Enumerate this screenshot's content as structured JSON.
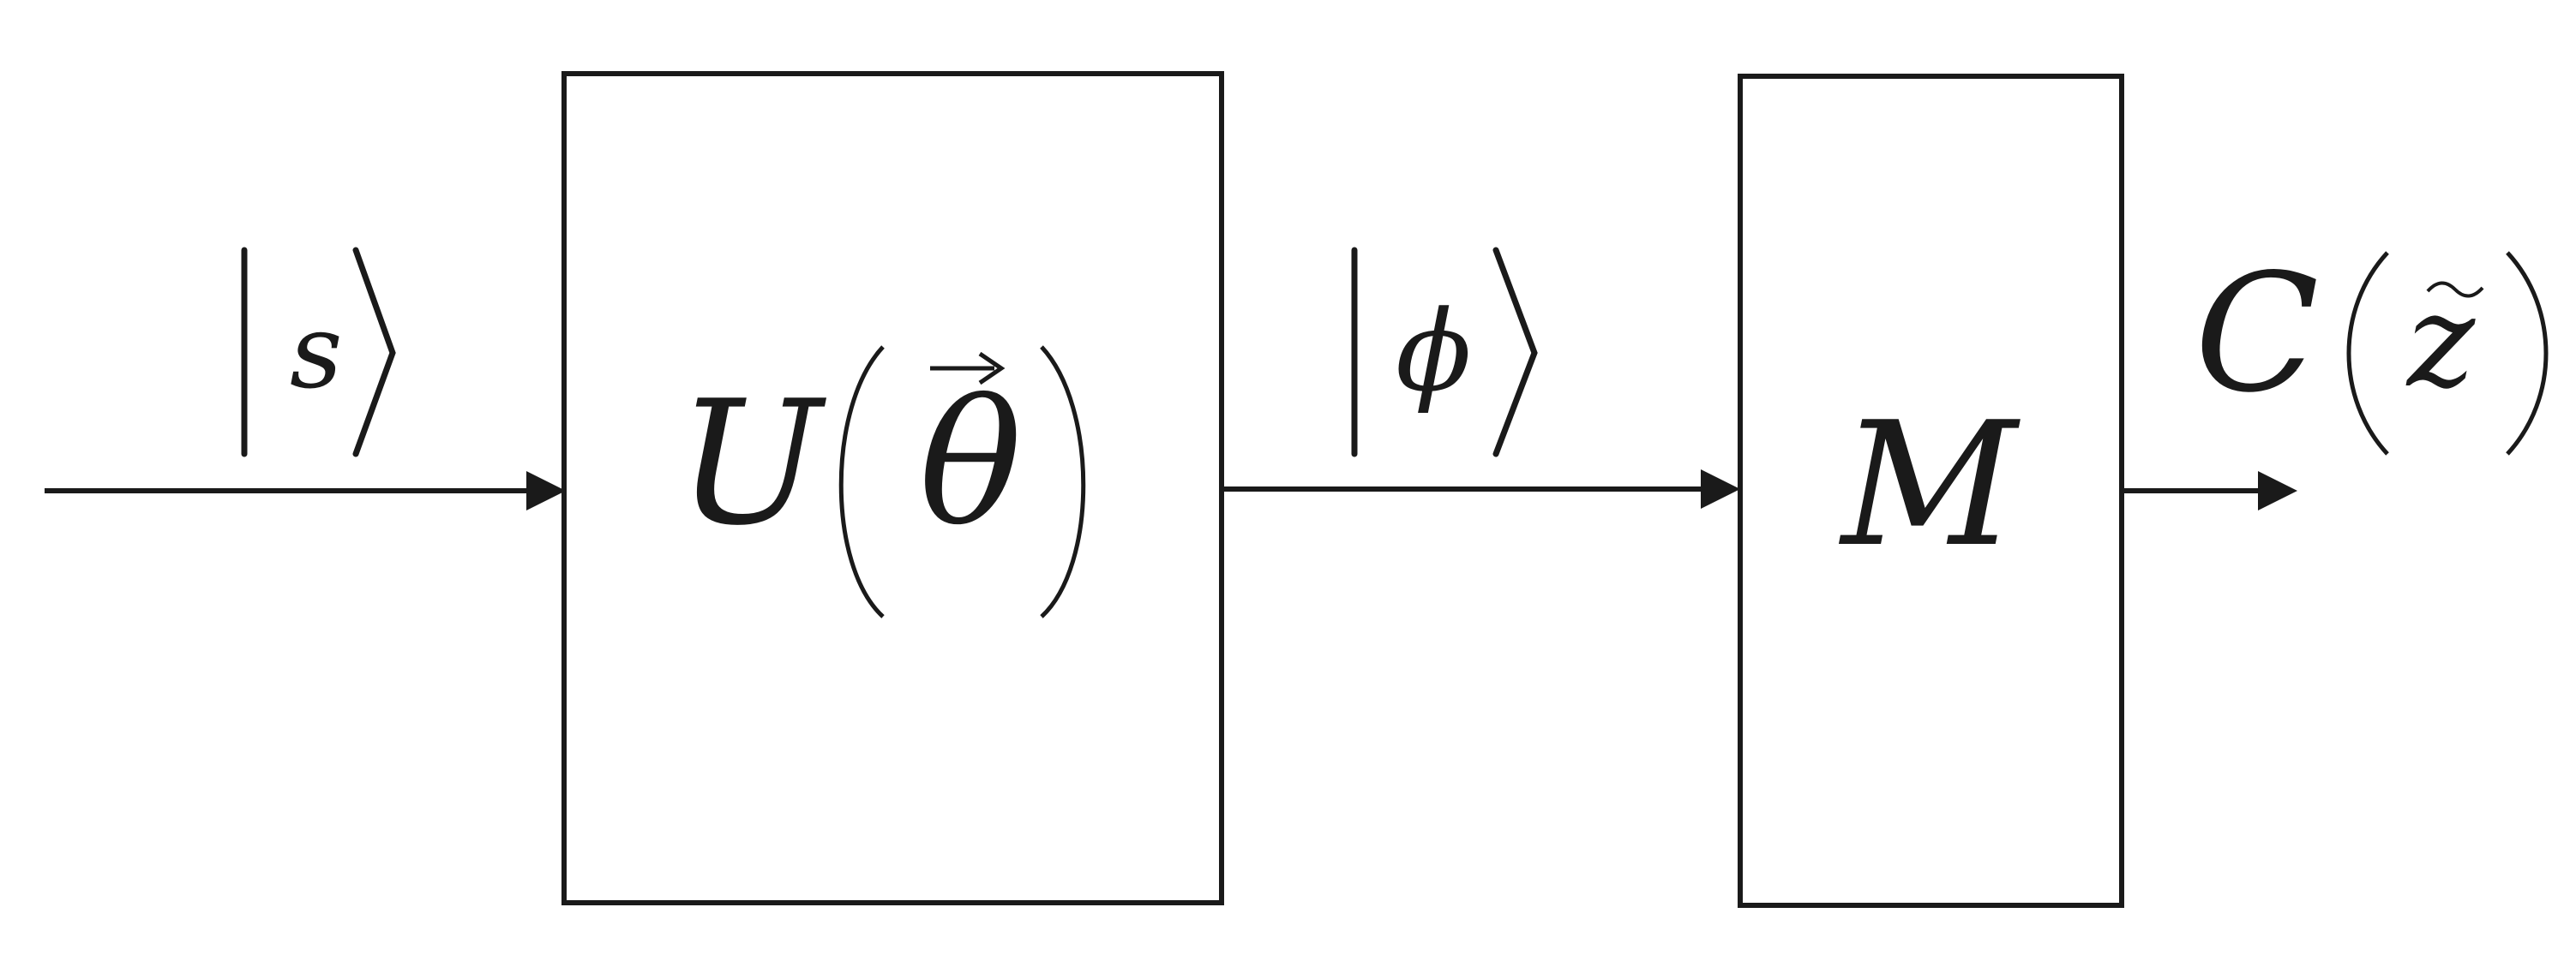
{
  "diagram": {
    "input_state": "s",
    "unitary": {
      "symbol": "U",
      "parameter": "θ"
    },
    "intermediate_state": "ϕ",
    "measurement": "M",
    "output": {
      "function": "C",
      "argument": "z"
    },
    "colors": {
      "stroke": "#1a1a1a",
      "background": "#ffffff"
    }
  }
}
